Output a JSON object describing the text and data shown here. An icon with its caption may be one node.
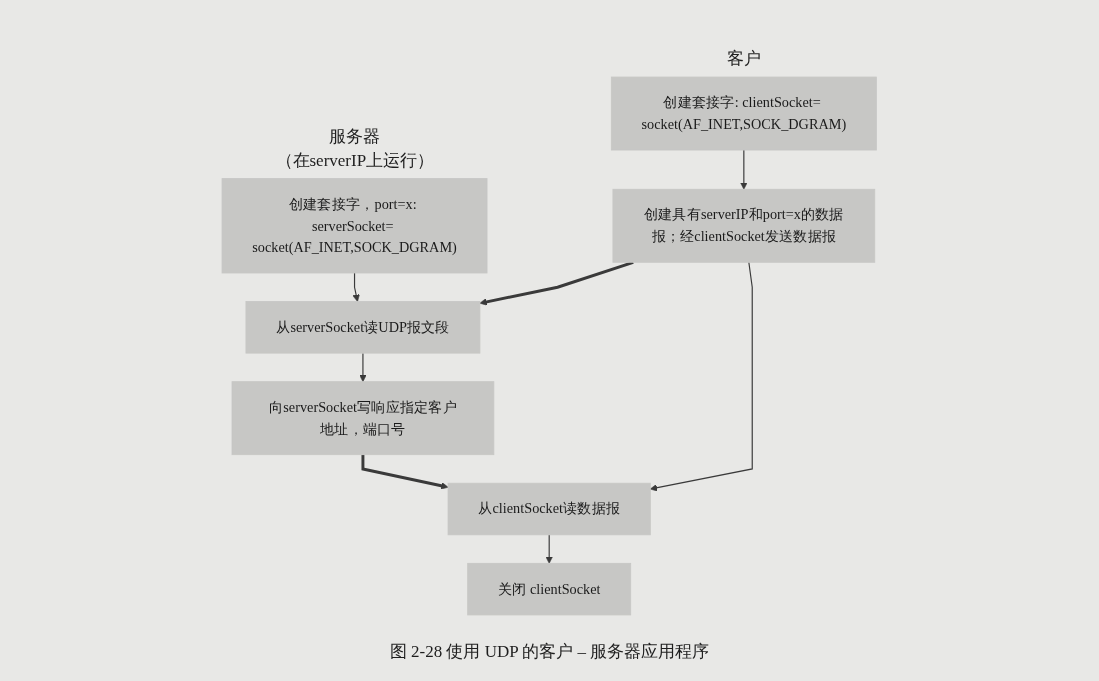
{
  "diagram": {
    "caption": "图 2-28 使用 UDP 的客户 – 服务器应用程序",
    "nodes": [
      {
        "text": [
          "创建套接字，port=x: serverSocket= socket(AF_INET,SOCK_DGRAM)"
        ]
      },
      {
        "text": [
          "创建套接字: clientSocket= socket(AF_INET,SOCK_DGRAM)"
        ]
      },
      {
        "text": [
          "创建具有serverIP和port=x的数据报；经clientSocket发送数据报"
        ]
      },
      {
        "text": [
          "从serverSocket读UDP报文段"
        ]
      },
      {
        "text": [
          "向serverSocket写响应指定客户地址，端口号"
        ]
      },
      {
        "text": [
          "从clientSocket读数据报"
        ]
      },
      {
        "text": [
          "关闭 clientSocket"
        ]
      }
    ],
    "edges": [
      {
        "from": 0,
        "to": 3,
        "arrow": "to"
      },
      {
        "from": 1,
        "to": 2,
        "arrow": "to"
      },
      {
        "from": 2,
        "to": 3,
        "arrow": "to",
        "style": "thick"
      },
      {
        "from": 3,
        "to": 4,
        "arrow": "to"
      },
      {
        "from": 2,
        "to": 5,
        "arrow": "to"
      },
      {
        "from": 4,
        "to": 5,
        "arrow": "to",
        "style": "thick"
      },
      {
        "from": 5,
        "to": 6,
        "arrow": "to"
      }
    ],
    "labels": [
      "服务器",
      "（在serverIP上运行）",
      "客户"
    ]
  }
}
